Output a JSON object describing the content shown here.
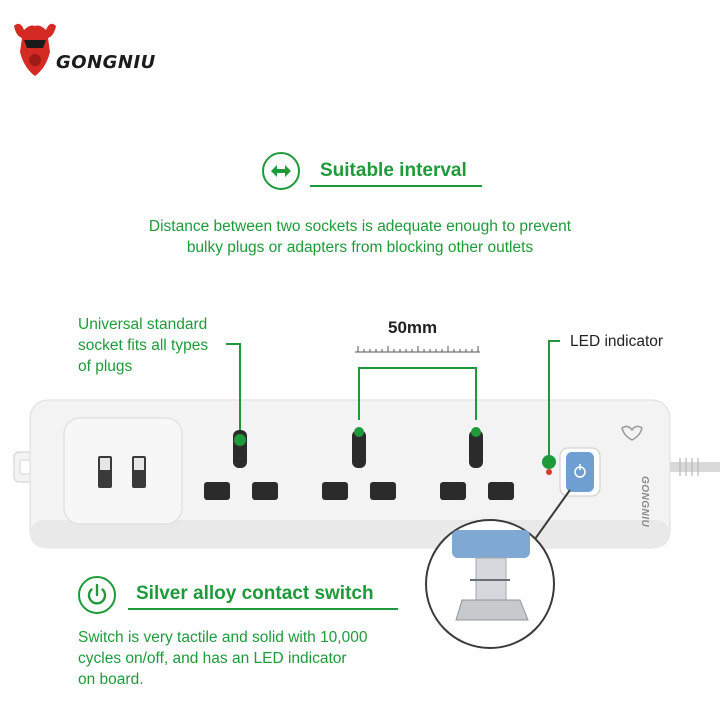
{
  "brand": {
    "logo_text": "GONGNIU"
  },
  "feature_interval": {
    "title": "Suitable interval",
    "description_line1": "Distance between two sockets is adequate enough to prevent",
    "description_line2": "bulky plugs or adapters from blocking other outlets"
  },
  "callouts": {
    "universal_line1": "Universal standard",
    "universal_line2": "socket fits all types",
    "universal_line3": "of plugs",
    "spacing": "50mm",
    "led": "LED indicator"
  },
  "power_strip": {
    "body_brand": "GONGNIU"
  },
  "feature_switch": {
    "title": "Silver alloy contact switch",
    "description_line1": "Switch is very tactile and solid with 10,000",
    "description_line2": "cycles on/off, and has an LED indicator",
    "description_line3": "on board."
  },
  "colors": {
    "accent_green": "#1f9a3a",
    "switch_blue": "#6f9fd0",
    "strip_white": "#f3f3f3"
  },
  "icons": [
    "bull-logo-icon",
    "double-arrow-icon",
    "power-icon"
  ]
}
